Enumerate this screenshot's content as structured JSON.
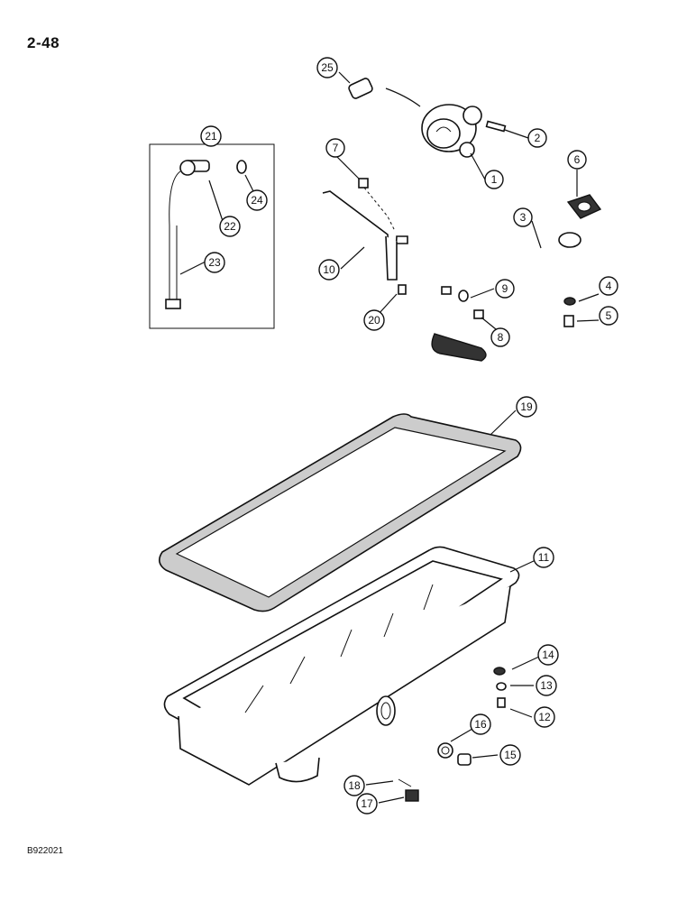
{
  "page": {
    "number": "2-48",
    "figure_code": "B922021"
  },
  "callouts": [
    {
      "id": "1",
      "label": "1"
    },
    {
      "id": "2",
      "label": "2"
    },
    {
      "id": "3",
      "label": "3"
    },
    {
      "id": "4",
      "label": "4"
    },
    {
      "id": "5",
      "label": "5"
    },
    {
      "id": "6",
      "label": "6"
    },
    {
      "id": "7",
      "label": "7"
    },
    {
      "id": "8",
      "label": "8"
    },
    {
      "id": "9",
      "label": "9"
    },
    {
      "id": "10",
      "label": "10"
    },
    {
      "id": "11",
      "label": "11"
    },
    {
      "id": "12",
      "label": "12"
    },
    {
      "id": "13",
      "label": "13"
    },
    {
      "id": "14",
      "label": "14"
    },
    {
      "id": "15",
      "label": "15"
    },
    {
      "id": "16",
      "label": "16"
    },
    {
      "id": "17",
      "label": "17"
    },
    {
      "id": "18",
      "label": "18"
    },
    {
      "id": "19",
      "label": "19"
    },
    {
      "id": "20",
      "label": "20"
    },
    {
      "id": "21",
      "label": "21"
    },
    {
      "id": "22",
      "label": "22"
    },
    {
      "id": "23",
      "label": "23"
    },
    {
      "id": "24",
      "label": "24"
    },
    {
      "id": "25",
      "label": "25"
    }
  ]
}
